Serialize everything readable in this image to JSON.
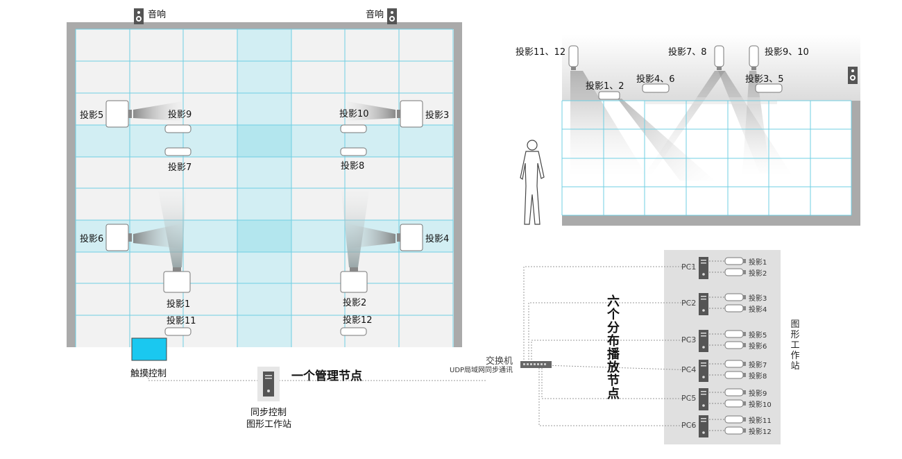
{
  "plan": {
    "speaker_left": "音响",
    "speaker_right": "音响",
    "projectors": {
      "p1": "投影1",
      "p2": "投影2",
      "p3": "投影3",
      "p4": "投影4",
      "p5": "投影5",
      "p6": "投影6",
      "p7": "投影7",
      "p8": "投影8",
      "p9": "投影9",
      "p10": "投影10",
      "p11": "投影11",
      "p12": "投影12"
    },
    "touch_control": "触摸控制",
    "sync_line1": "同步控制",
    "sync_line2": "图形工作站",
    "management_node": "一个管理节点"
  },
  "elevation": {
    "labels": {
      "p11_12": "投影11、12",
      "p7_8": "投影7、8",
      "p9_10": "投影9、10",
      "p1_2": "投影1、2",
      "p4_6": "投影4、6",
      "p3_5": "投影3、5"
    }
  },
  "network": {
    "switch_label": "交换机",
    "switch_sub": "UDP局域网同步通讯",
    "distributed_label": "六个分布播放节点",
    "workstation_label": "图形工作站",
    "pcs": [
      {
        "name": "PC1",
        "projectors": [
          "投影1",
          "投影2"
        ]
      },
      {
        "name": "PC2",
        "projectors": [
          "投影3",
          "投影4"
        ]
      },
      {
        "name": "PC3",
        "projectors": [
          "投影5",
          "投影6"
        ]
      },
      {
        "name": "PC4",
        "projectors": [
          "投影7",
          "投影8"
        ]
      },
      {
        "name": "PC5",
        "projectors": [
          "投影9",
          "投影10"
        ]
      },
      {
        "name": "PC6",
        "projectors": [
          "投影11",
          "投影12"
        ]
      }
    ]
  },
  "colors": {
    "grid_line": "#6fcfe3",
    "cyan_band": "#d2eef3",
    "cyan_cross": "#b3e6ee",
    "wall_gray": "#aaaaaa",
    "touch_screen": "#1ac8f0"
  }
}
